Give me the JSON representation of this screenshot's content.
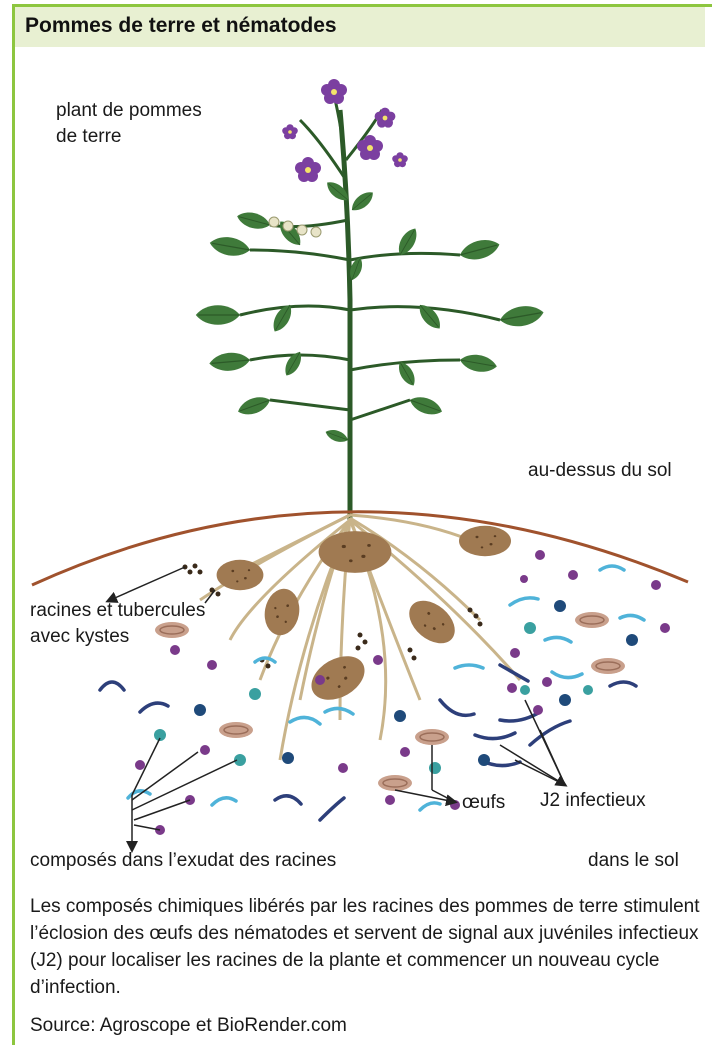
{
  "title": "Pommes de terre et nématodes",
  "labels": {
    "plant": [
      "plant de pommes",
      "de terre"
    ],
    "above_ground": "au-dessus du sol",
    "roots_tubers": [
      "racines et tubercules",
      "avec kystes"
    ],
    "eggs": "œufs",
    "j2": "J2 infectieux",
    "exudate": "composés dans l’exudat des racines",
    "in_soil": "dans le sol"
  },
  "caption": "Les composés chimiques libérés par les racines des pommes de terre stimulent l’éclosion des œufs des nématodes et servent de signal aux juvéniles infectieux (J2) pour localiser les racines de la plante et commencer un nouveau cycle d’infection.",
  "source": "Source: Agroscope et BioRender.com",
  "colors": {
    "frame": "#8dc63f",
    "title_bg": "#e8f0d2",
    "leaf": "#3f7a3a",
    "flower": "#7b3fa0",
    "soil_line": "#a0522d",
    "tuber": "#a07a52",
    "root": "#c9b48a",
    "worm_light": "#4fb3d9",
    "worm_dark": "#2d3f7a",
    "dot_teal": "#3aa0a0",
    "dot_navy": "#1f4a7a",
    "dot_purple": "#7a3a8a"
  }
}
